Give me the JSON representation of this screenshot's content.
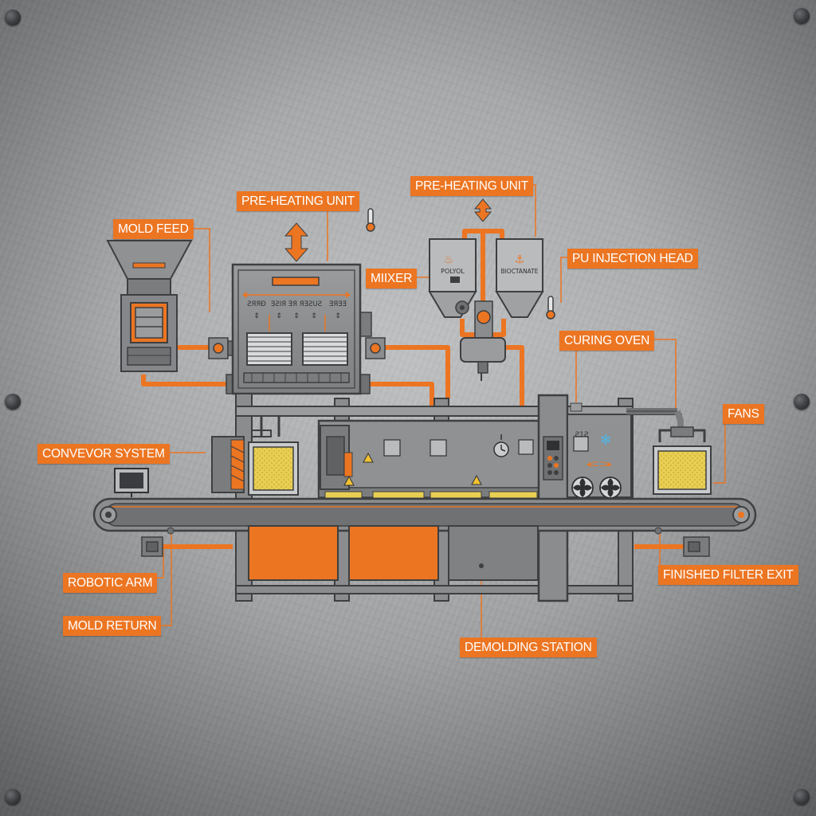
{
  "labels": {
    "mold_feed": "MOLD FEED",
    "pre_heating_left": "PRE-HEATING UNIT",
    "pre_heating_right": "PRE-HEATING UNIT",
    "mixer": "MIIXER",
    "pu_injection_head": "PU INJECTION HEAD",
    "curing_oven": "CURING OVEN",
    "fans": "FANS",
    "conveyor_system": "CONVEVOR SYSTEM",
    "robotic_arm": "ROBOTIC ARM",
    "mold_return": "MOLD RETURN",
    "finished_filter_exit": "FINISHED FILTER EXIT",
    "demolding_station": "DEMOLDING STATION"
  },
  "tanks": {
    "left": "POLYOL",
    "right": "BIOCTANATE"
  },
  "machine_text": {
    "panel_left": "ƧЯЯĐ",
    "panel_mid": "ƎƧIЯ ƎЯ ЯƎƧUƧ",
    "panel_right": "ƎЯƎƎ",
    "control_code": "Ƨ1Ƨ"
  },
  "colors": {
    "accent": "#ec7522",
    "steel": "#8a8c8e",
    "dark_steel": "#4a4c4e",
    "foam": "#e8cf52"
  },
  "icons": [
    "thermometer-icon",
    "up-down-arrow-icon",
    "warning-icon",
    "fan-icon",
    "clock-icon",
    "monitor-icon",
    "gear-icon",
    "snowflake-icon"
  ]
}
